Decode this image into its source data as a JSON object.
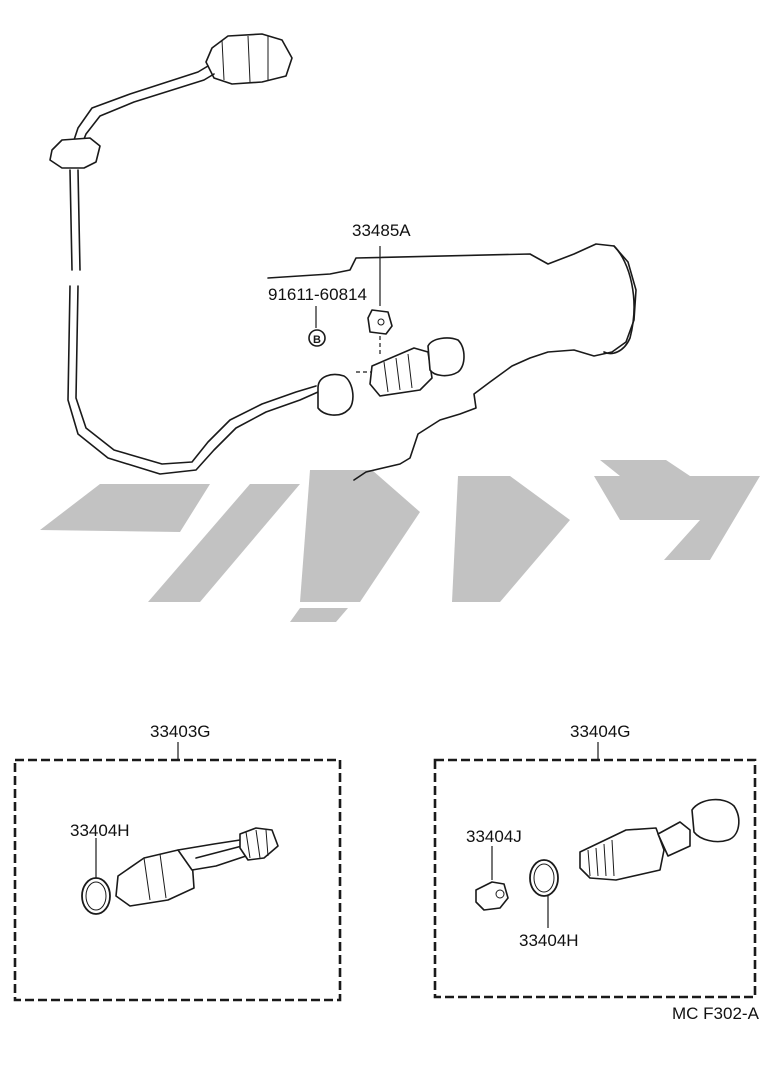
{
  "labels": {
    "bracket_top": "33485A",
    "bolt_top": "91611-60814",
    "bolt_marker": "B",
    "kit_left": "33403G",
    "oring_left": "33404H",
    "kit_right": "33404G",
    "bushing_right": "33404J",
    "oring_right": "33404H",
    "figure_code": "MC F302-A"
  },
  "colors": {
    "ink": "#1a1a1a",
    "watermark": "#c2c2c2",
    "background": "#ffffff"
  }
}
